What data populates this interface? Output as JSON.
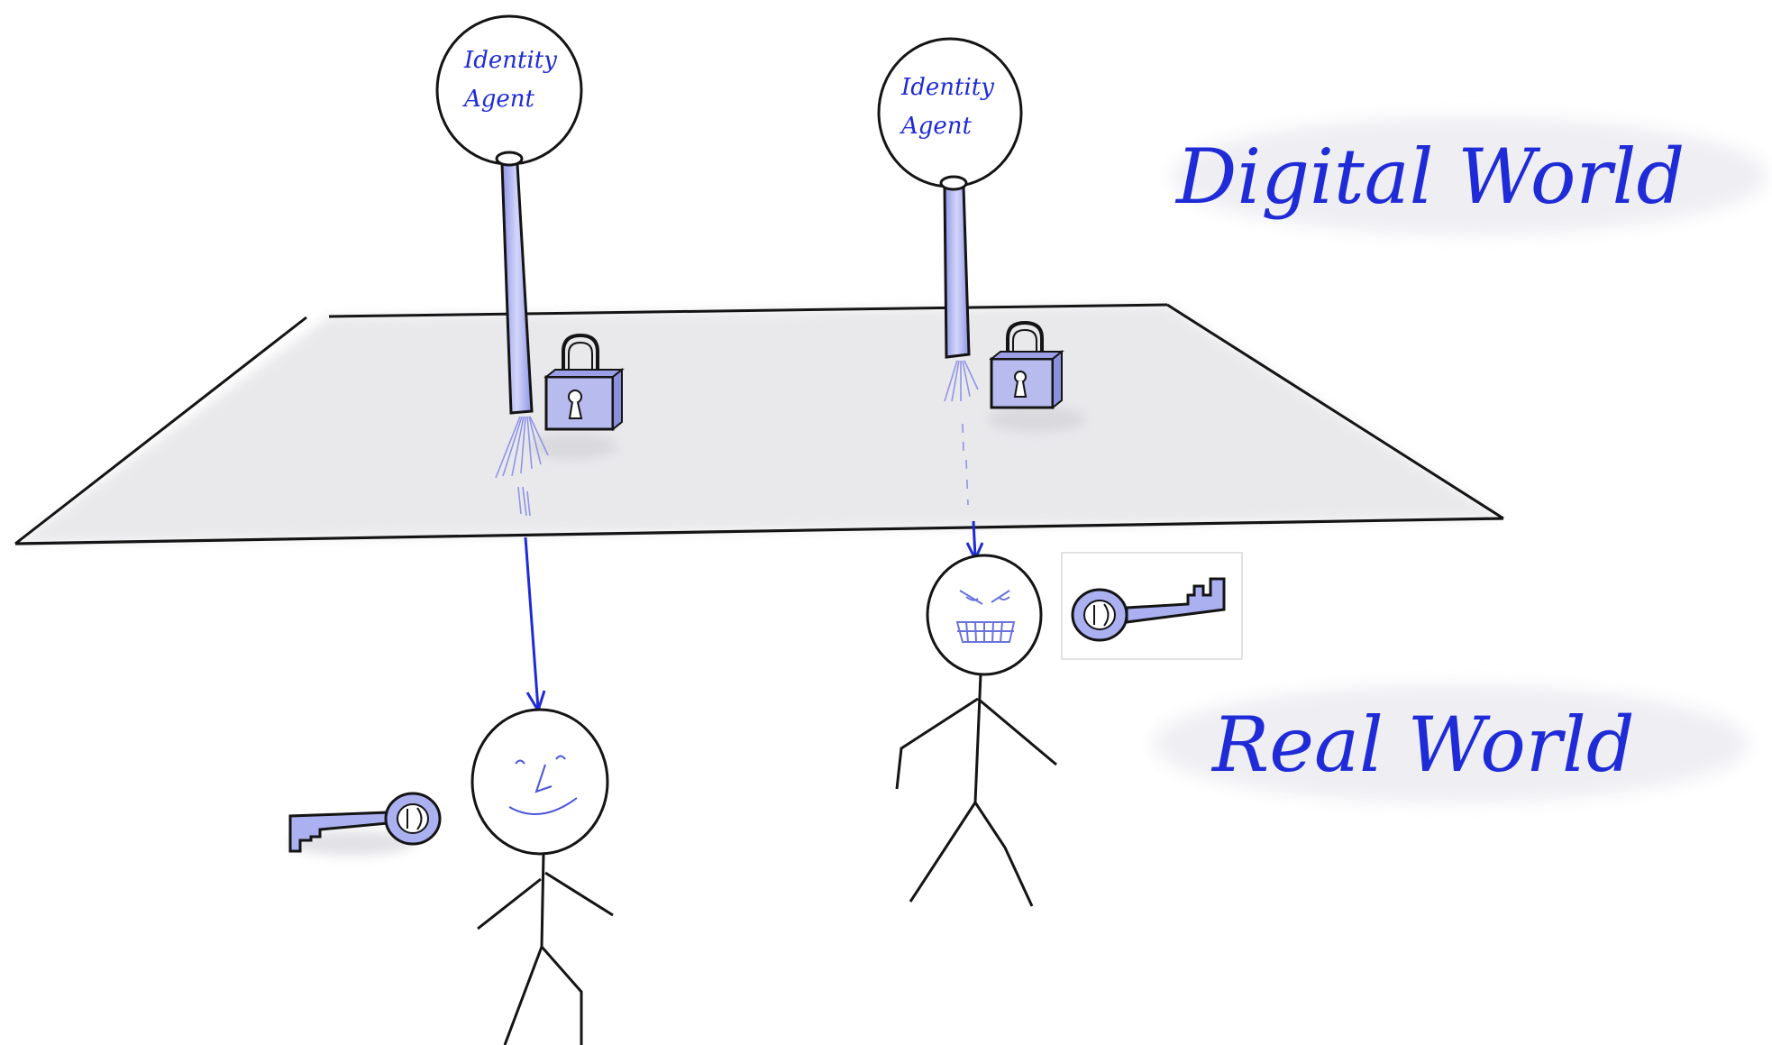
{
  "agents": [
    {
      "line1": "Identity",
      "line2": "Agent"
    },
    {
      "line1": "Identity",
      "line2": "Agent"
    }
  ],
  "world_labels": {
    "digital": "Digital World",
    "real": "Real World"
  },
  "colors": {
    "ink": "#141414",
    "accent": "#1f2bd6",
    "tube_fill": "#bcc0f2",
    "plane_fill": "#e6e6e9",
    "lock_fill": "#b7bbee"
  },
  "icons": [
    "padlock-icon",
    "key-icon",
    "smiling-face-icon",
    "evil-face-icon"
  ]
}
